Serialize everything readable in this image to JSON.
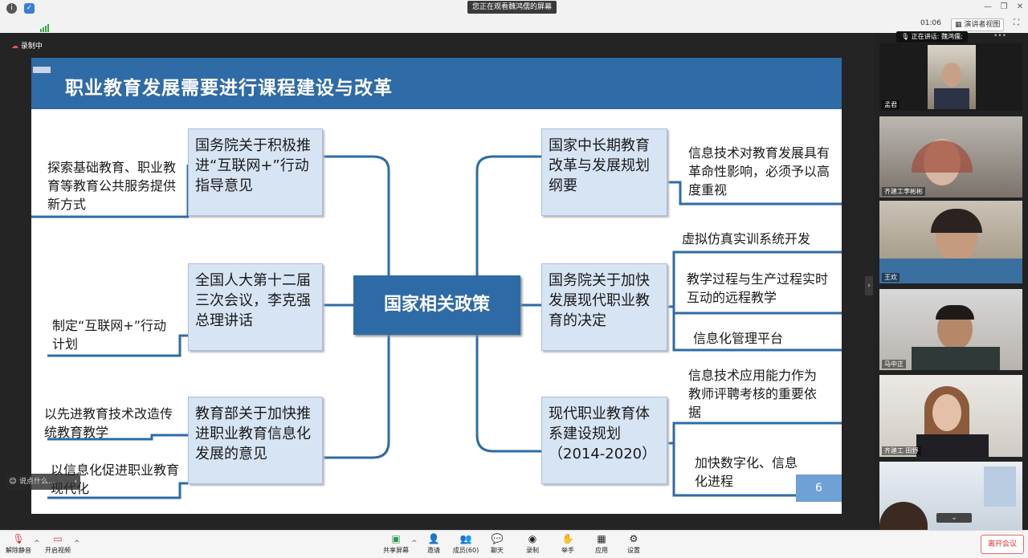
{
  "window": {
    "viewing_text": "您正在观看魏鸿儒的屏幕",
    "timer": "01:06",
    "view_mode": "演讲者视图",
    "recording": "录制中"
  },
  "slide": {
    "title": "职业教育发展需要进行课程建设与改革",
    "center": "国家相关政策",
    "page_number": "6",
    "left_boxes": [
      {
        "text": "国务院关于积极推进“互联网+”行动指导意见",
        "leaves": [
          "探索基础教育、职业教育等教育公共服务提供新方式"
        ]
      },
      {
        "text": "全国人大第十二届三次会议，李克强总理讲话",
        "leaves": [
          "制定“互联网+”行动计划"
        ]
      },
      {
        "text": "教育部关于加快推进职业教育信息化发展的意见",
        "leaves": [
          "以先进教育技术改造传统教育教学",
          "以信息化促进职业教育现代化"
        ]
      }
    ],
    "right_boxes": [
      {
        "text": "国家中长期教育改革与发展规划纲要",
        "leaves": [
          "信息技术对教育发展具有革命性影响，必须予以高度重视"
        ]
      },
      {
        "text": "国务院关于加快发展现代职业教育的决定",
        "leaves": [
          "虚拟仿真实训系统开发",
          "教学过程与生产过程实时互动的远程教学",
          "信息化管理平台"
        ]
      },
      {
        "text": "现代职业教育体系建设规划（2014-2020）",
        "leaves": [
          "信息技术应用能力作为教师评聘考核的重要依据",
          "加快数字化、信息化进程"
        ]
      }
    ]
  },
  "chat_overlay": "说点什么...",
  "participants": {
    "speaking_label": "正在讲话: 魏鸿儒;",
    "tiles": [
      "孟君",
      "齐建工李彬彬",
      "王欢",
      "马中正",
      "齐建工 田野",
      ""
    ]
  },
  "toolbar": {
    "mute": "解除静音",
    "video": "开启视频",
    "share": "共享屏幕",
    "invite": "邀请",
    "members": "成员(60)",
    "chat": "聊天",
    "record": "录制",
    "raise_hand": "举手",
    "apps": "应用",
    "settings": "设置",
    "leave": "离开会议"
  },
  "colors": {
    "slide_header": "#2f6ba6",
    "box_fill": "#d7e4f4",
    "connector": "#2e6ba6",
    "leave_red": "#d33333"
  }
}
